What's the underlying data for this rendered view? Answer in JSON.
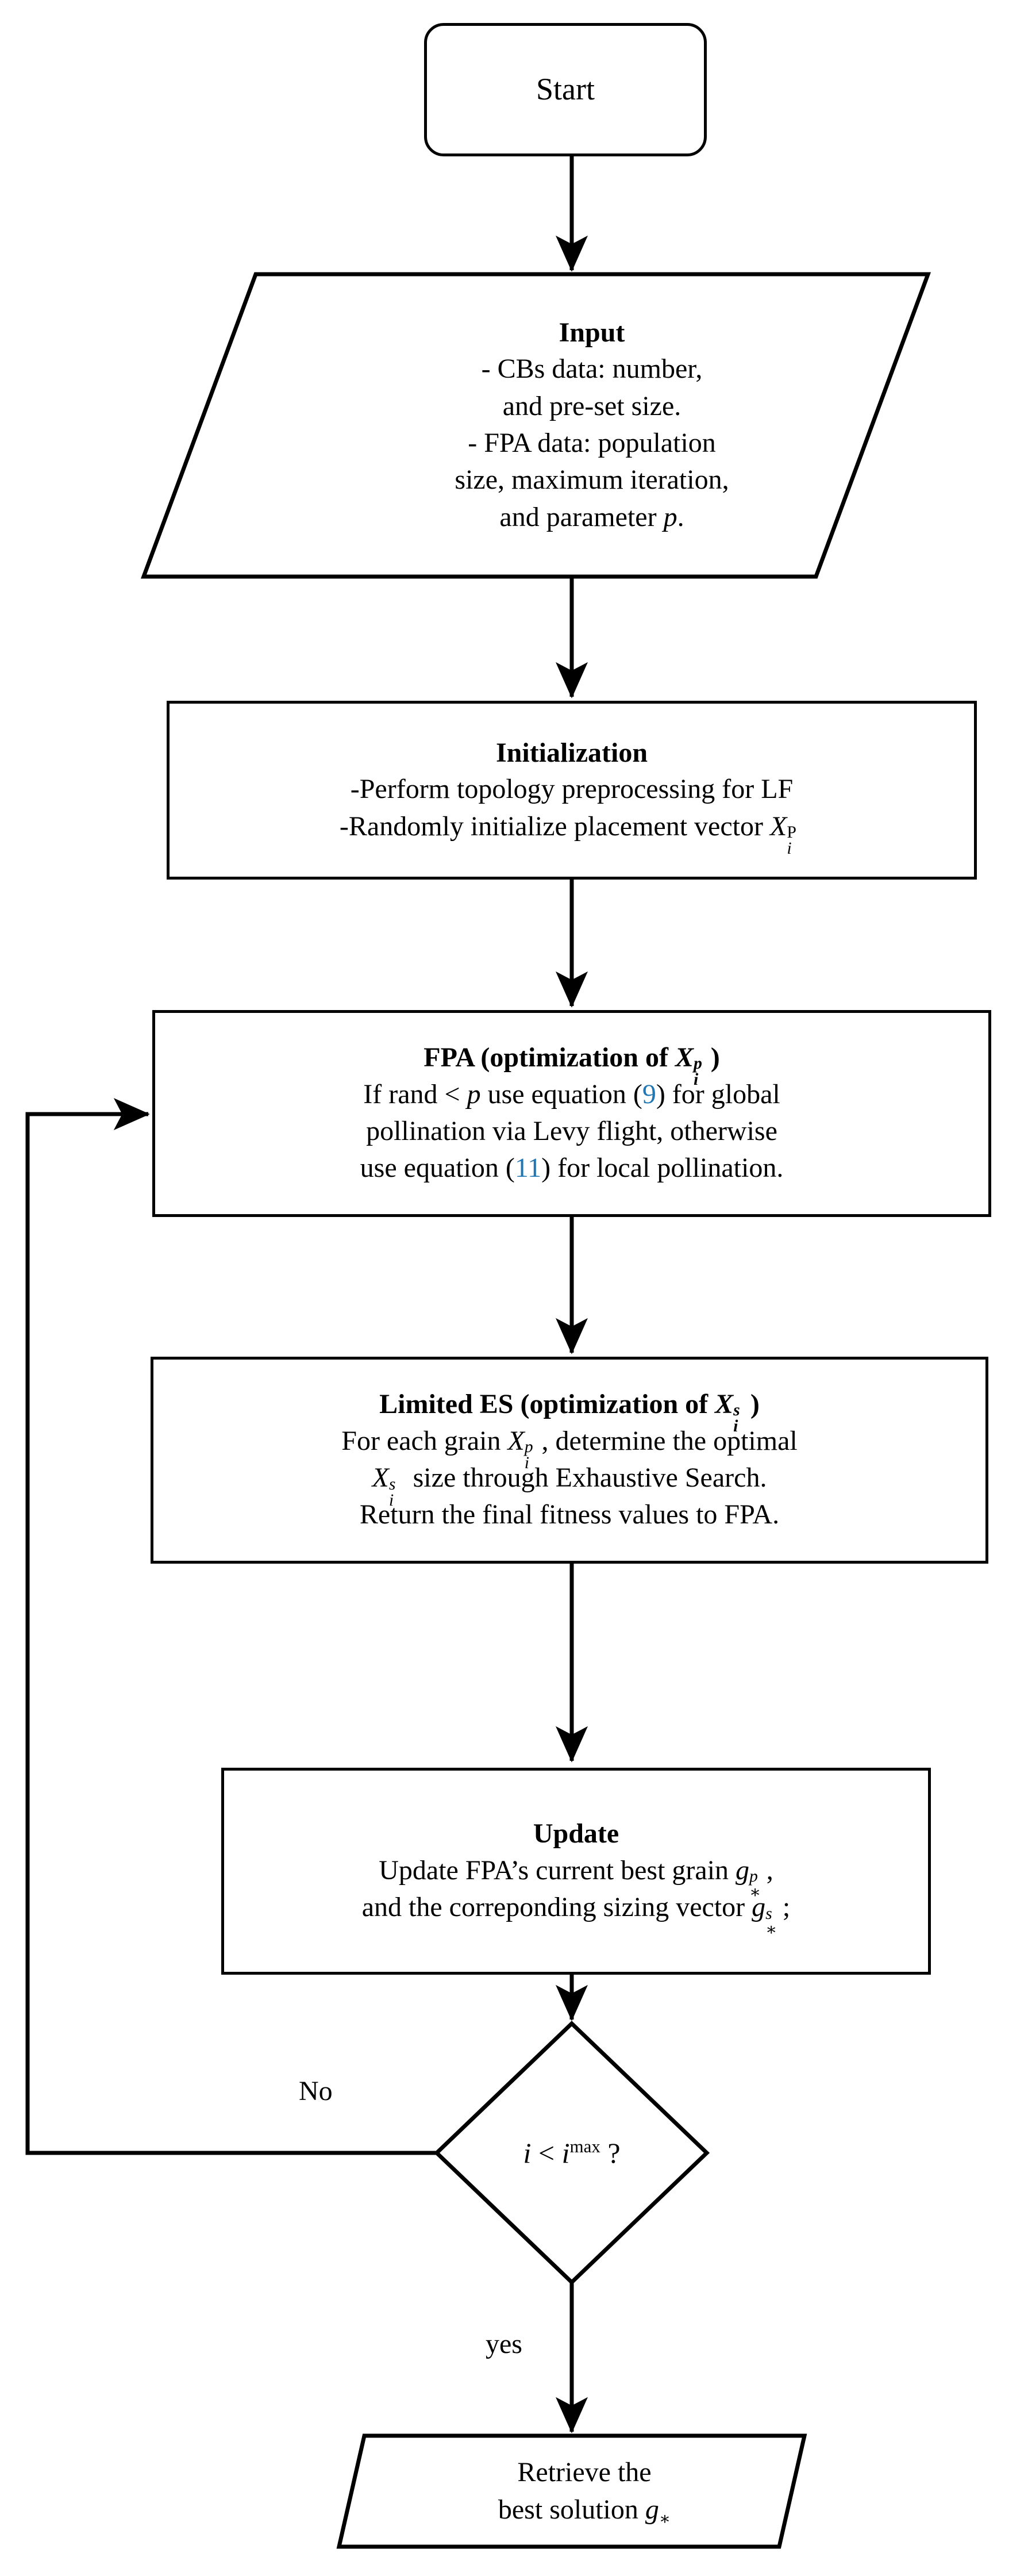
{
  "diagram": {
    "type": "flowchart",
    "title": "FPA with Limited ES optimization flowchart",
    "colors": {
      "stroke": "#000000",
      "background": "#ffffff",
      "equation_reference": "#2077b4"
    }
  },
  "nodes": {
    "start": {
      "shape": "rounded-rectangle",
      "label": "Start"
    },
    "input": {
      "shape": "parallelogram",
      "title": "Input",
      "lines": [
        "- CBs data:  number,",
        "and pre-set size.",
        "- FPA data:  population",
        "size, maximum iteration,",
        "and parameter p."
      ]
    },
    "initialization": {
      "shape": "rectangle",
      "title": "Initialization",
      "lines": [
        "-Perform topology preprocessing for LF",
        "-Randomly initialize placement vector X_i^P"
      ]
    },
    "fpa": {
      "shape": "rectangle",
      "title": "FPA (optimization of X_i^p)",
      "lines": [
        "If rand < p use equation (9) for global",
        "pollination via Levy flight, otherwise",
        "use equation (11) for local pollination."
      ],
      "equation_refs": [
        "9",
        "11"
      ]
    },
    "limited_es": {
      "shape": "rectangle",
      "title": "Limited ES (optimization of X_i^s)",
      "lines": [
        "For each grain X_i^p, determine the optimal",
        "X_i^s size through Exhaustive Search.",
        "Return the final fitness values to FPA."
      ]
    },
    "update": {
      "shape": "rectangle",
      "title": "Update",
      "lines": [
        "Update FPA's current best grain g_*^p,",
        "and the correponding sizing vector g_*^s;"
      ]
    },
    "decision": {
      "shape": "diamond",
      "condition": "i < i^max ?"
    },
    "retrieve": {
      "shape": "parallelogram",
      "lines": [
        "Retrieve the",
        "best solution g_*"
      ]
    }
  },
  "edges": {
    "no_label": "No",
    "yes_label": "yes"
  },
  "symbols": {
    "X": "X",
    "g": "g",
    "i": "i",
    "p_lower": "p",
    "P_upper": "P",
    "s": "s",
    "max": "max",
    "star": "∗",
    "less_than": "<"
  }
}
